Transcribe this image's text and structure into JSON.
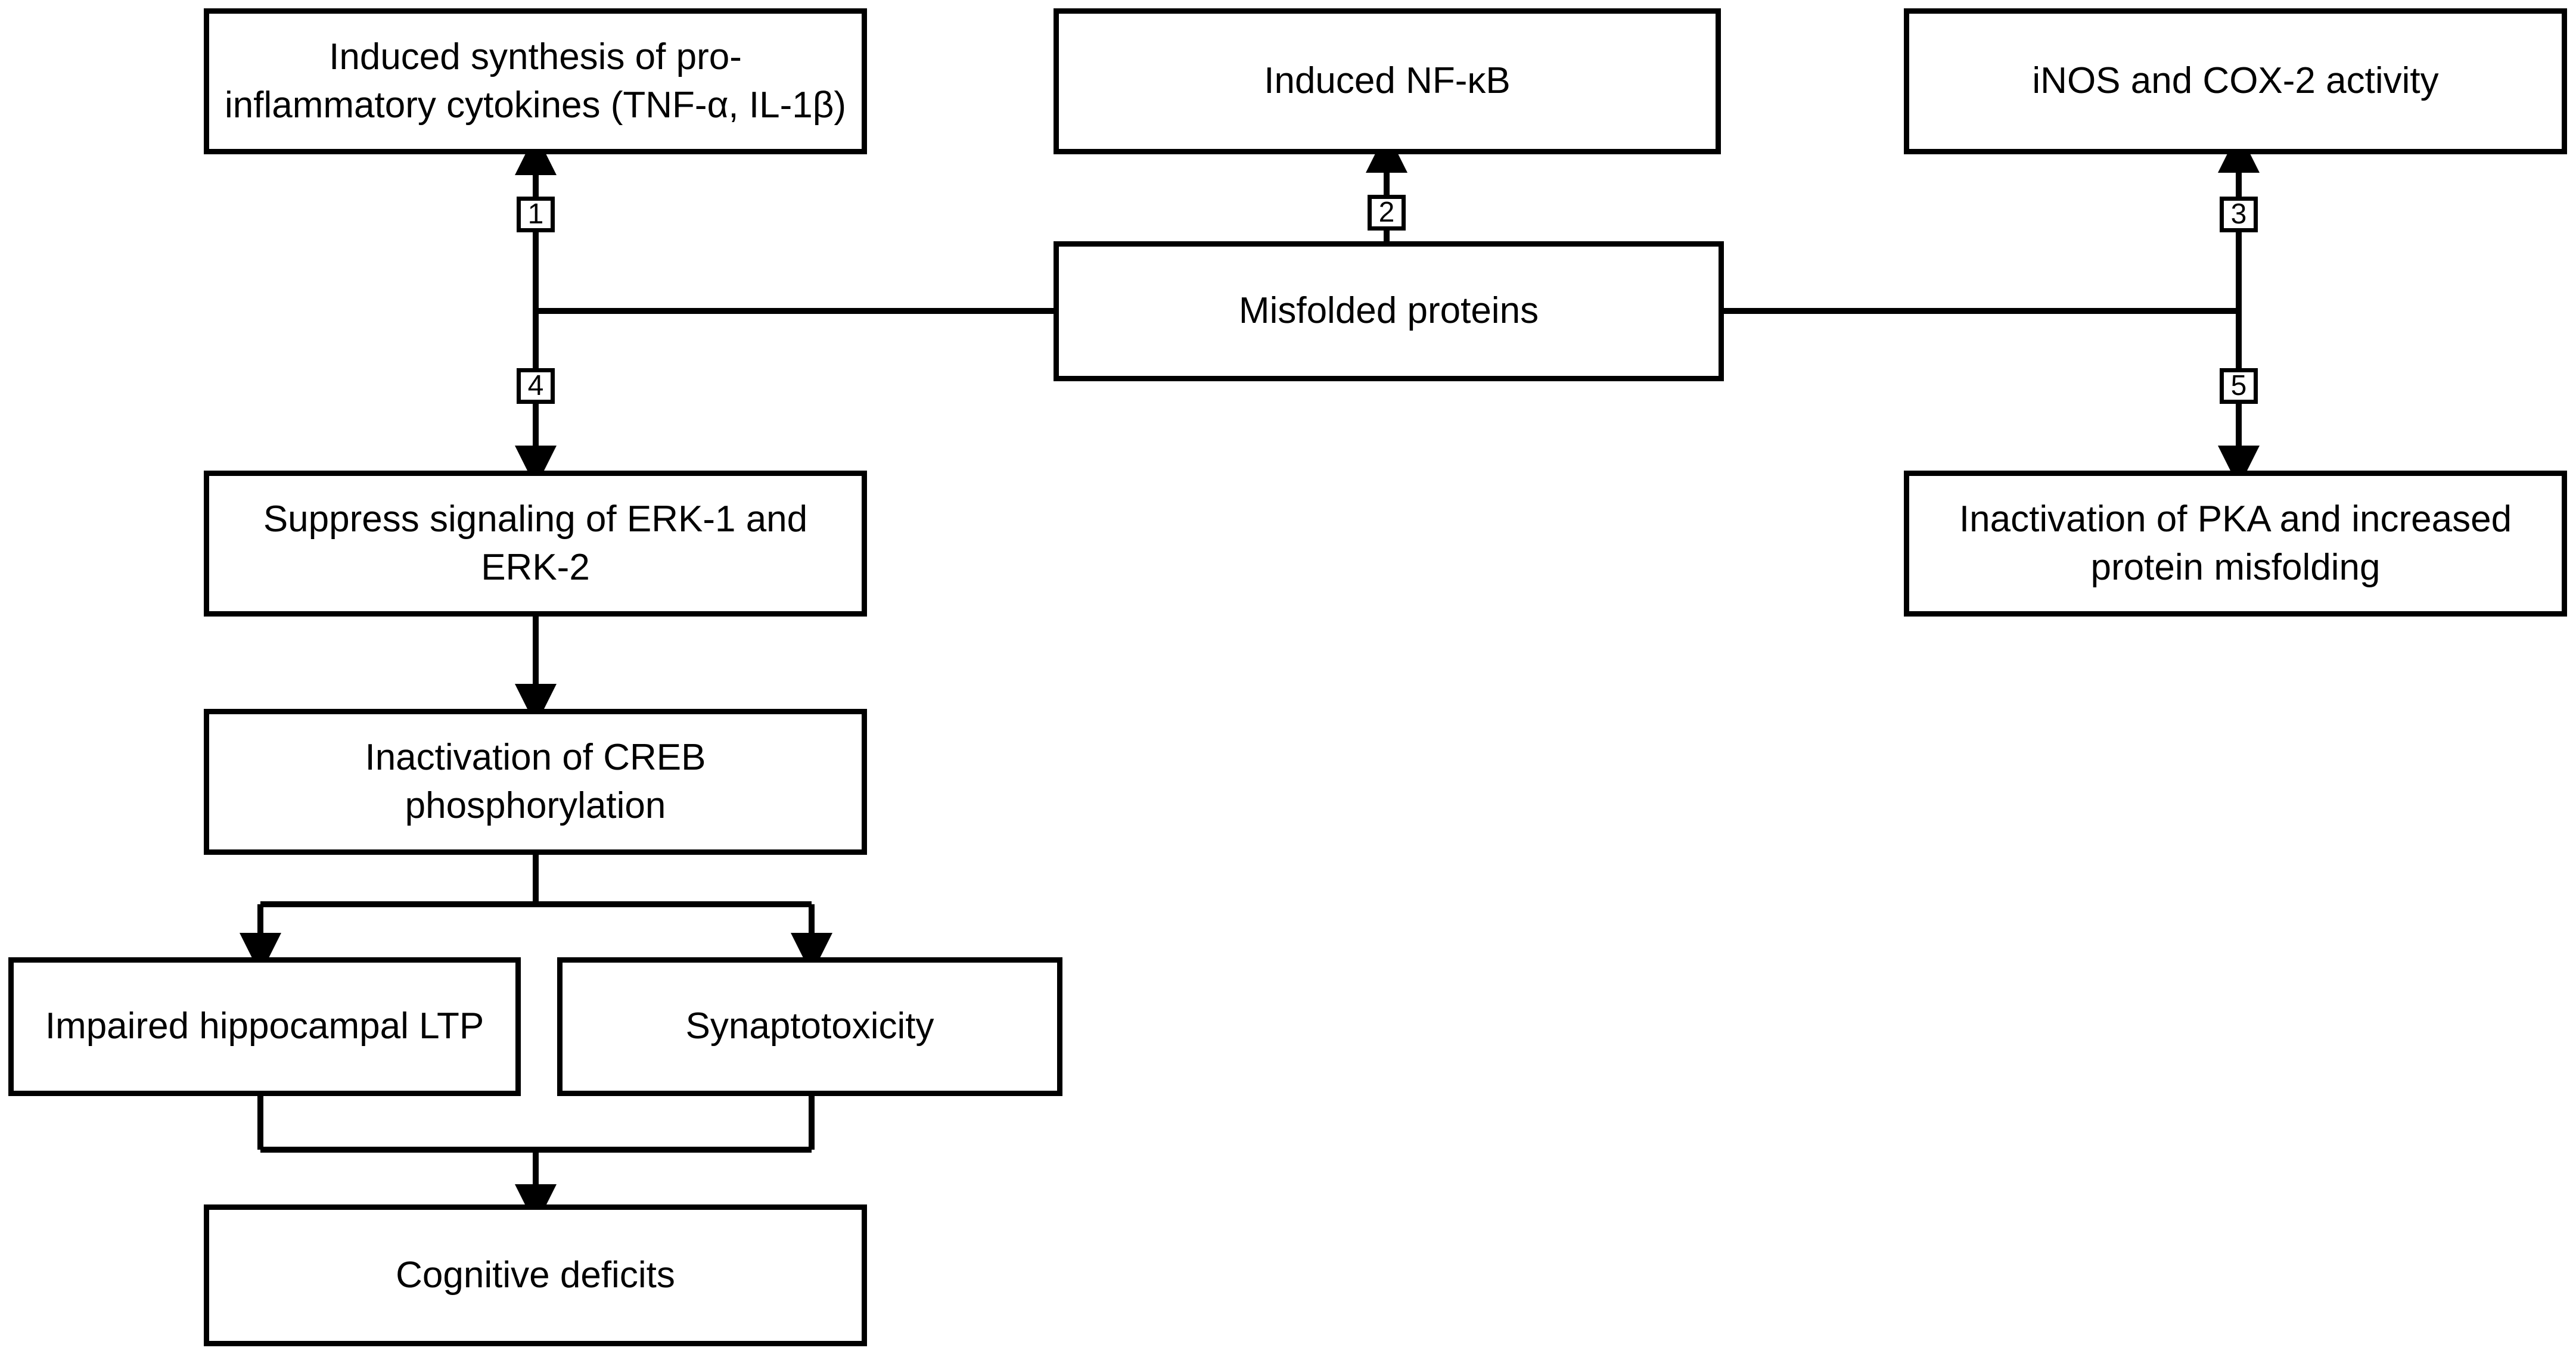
{
  "diagram": {
    "type": "flowchart",
    "title": "",
    "background_color": "#ffffff",
    "line_color": "#000000",
    "text_color": "#000000",
    "nodes": [
      {
        "id": "cytokines",
        "label": "Induced synthesis of pro-\ninflammatory cytokines (TNF-α, IL-1β)"
      },
      {
        "id": "nfkb",
        "label": "Induced NF-κB"
      },
      {
        "id": "inos",
        "label": "iNOS and COX-2 activity"
      },
      {
        "id": "misfolded",
        "label": "Misfolded proteins"
      },
      {
        "id": "erk",
        "label": "Suppress signaling of ERK-1 and\nERK-2"
      },
      {
        "id": "pka",
        "label": "Inactivation of PKA and increased\nprotein misfolding"
      },
      {
        "id": "creb",
        "label": "Inactivation of CREB\nphosphorylation"
      },
      {
        "id": "ltp",
        "label": "Impaired hippocampal LTP"
      },
      {
        "id": "synaptotoxicity",
        "label": "Synaptotoxicity"
      },
      {
        "id": "cognitive",
        "label": "Cognitive deficits"
      }
    ],
    "edge_badges": [
      {
        "id": "badge-1",
        "number": "1",
        "from": "misfolded",
        "to": "cytokines"
      },
      {
        "id": "badge-2",
        "number": "2",
        "from": "misfolded",
        "to": "nfkb"
      },
      {
        "id": "badge-3",
        "number": "3",
        "from": "misfolded",
        "to": "inos"
      },
      {
        "id": "badge-4",
        "number": "4",
        "from": "misfolded",
        "to": "erk"
      },
      {
        "id": "badge-5",
        "number": "5",
        "from": "misfolded",
        "to": "pka"
      }
    ],
    "plain_edges": [
      {
        "from": "erk",
        "to": "creb"
      },
      {
        "from": "creb",
        "to": "ltp"
      },
      {
        "from": "creb",
        "to": "synaptotoxicity"
      },
      {
        "from": "ltp",
        "to": "cognitive"
      },
      {
        "from": "synaptotoxicity",
        "to": "cognitive"
      }
    ]
  }
}
